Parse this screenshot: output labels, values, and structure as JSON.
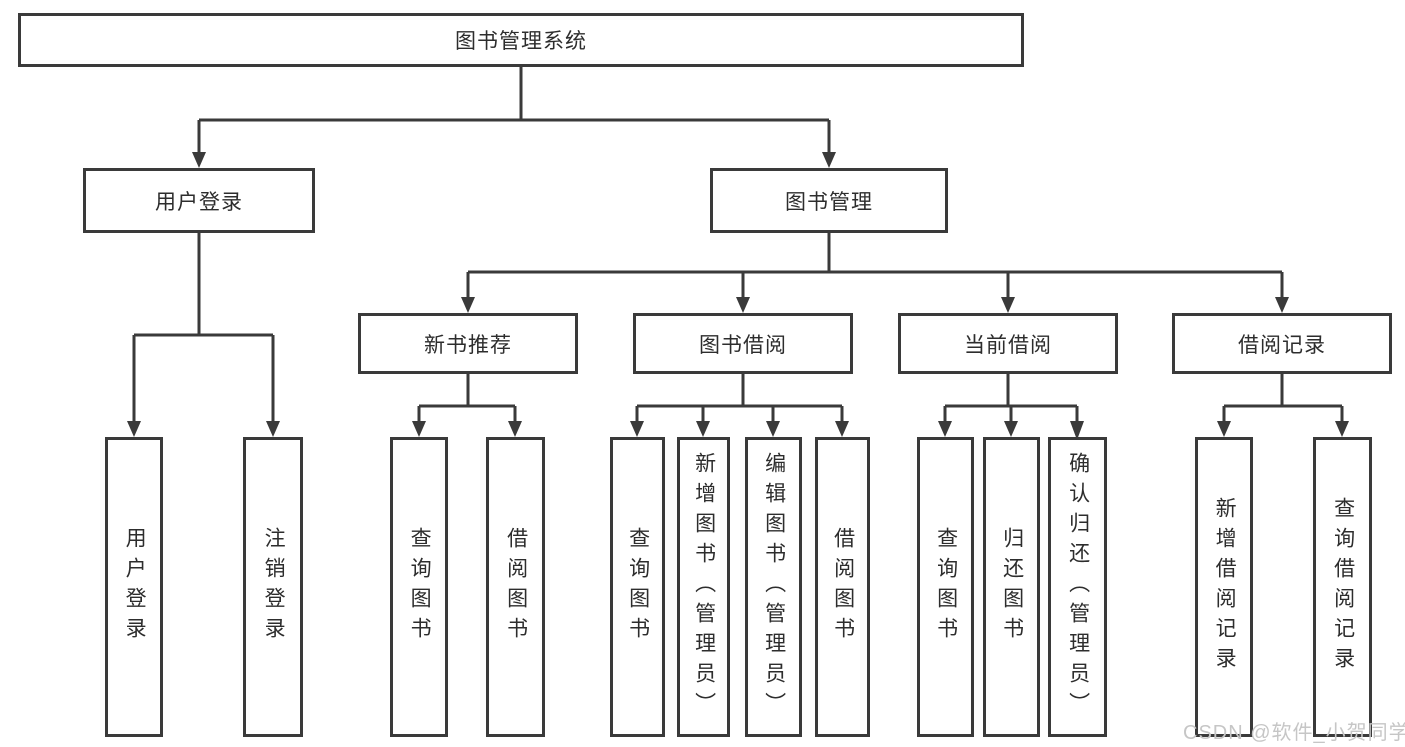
{
  "diagram": {
    "title": "图书管理系统",
    "level2": {
      "user_login": "用户登录",
      "book_mgmt": "图书管理"
    },
    "level3": {
      "new_books": "新书推荐",
      "borrowing": "图书借阅",
      "current": "当前借阅",
      "records": "借阅记录"
    },
    "leaves": {
      "user_login": [
        "用户登录",
        "注销登录"
      ],
      "new_books": [
        "查询图书",
        "借阅图书"
      ],
      "borrowing": [
        "查询图书",
        "新增图书（管理员）",
        "编辑图书（管理员）",
        "借阅图书"
      ],
      "current": [
        "查询图书",
        "归还图书",
        "确认归还（管理员）"
      ],
      "records": [
        "新增借阅记录",
        "查询借阅记录"
      ]
    },
    "colors": {
      "line": "#3a3a3a",
      "text": "#2d2d2d",
      "watermark": "#c6c6c6",
      "background": "#ffffff"
    }
  },
  "watermark": "CSDN @软件_小贺同学"
}
